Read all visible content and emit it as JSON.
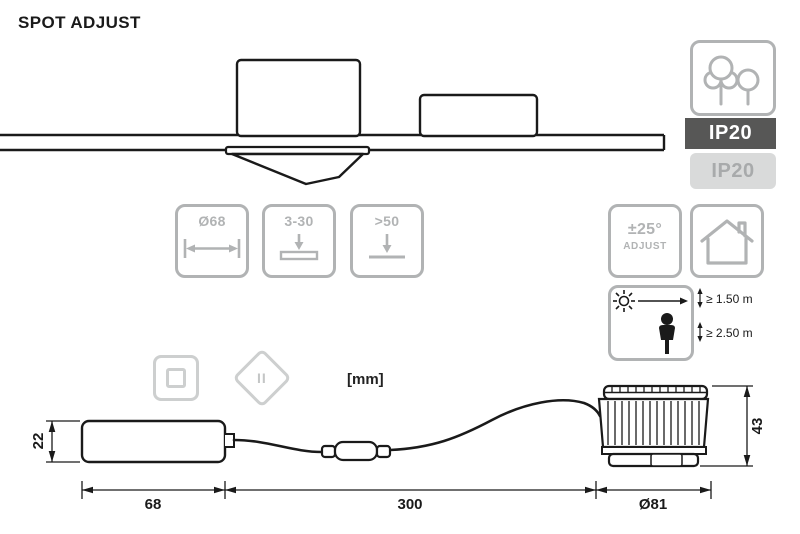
{
  "title": "SPOT ADJUST",
  "unit_label": "[mm]",
  "ratings": {
    "ip_primary": "IP20",
    "ip_secondary": "IP20"
  },
  "spec_icons": {
    "cutout_diameter": "Ø68",
    "ceiling_thickness_range": "3-30",
    "min_clearance": ">50",
    "tilt_angle": "±25°",
    "tilt_caption": "ADJUST",
    "insulation_class": "II"
  },
  "installation_distances": {
    "min_distance_to_object": "≥ 1.50 m",
    "min_mounting_height": "≥ 2.50 m"
  },
  "product_dimensions": {
    "driver_height_mm": "22",
    "driver_length_mm": "68",
    "cable_length_mm": "300",
    "spot_diameter_mm": "Ø81",
    "spot_height_mm": "43"
  },
  "colors": {
    "icon_gray": "#b1b3b4",
    "faint_gray": "#cdcfcf",
    "badge_dark_bg": "#575756",
    "badge_dark_text": "#ffffff",
    "badge_light_bg": "#d9dada",
    "badge_light_text": "#a8aaab",
    "line_color": "#1a1a1a"
  }
}
